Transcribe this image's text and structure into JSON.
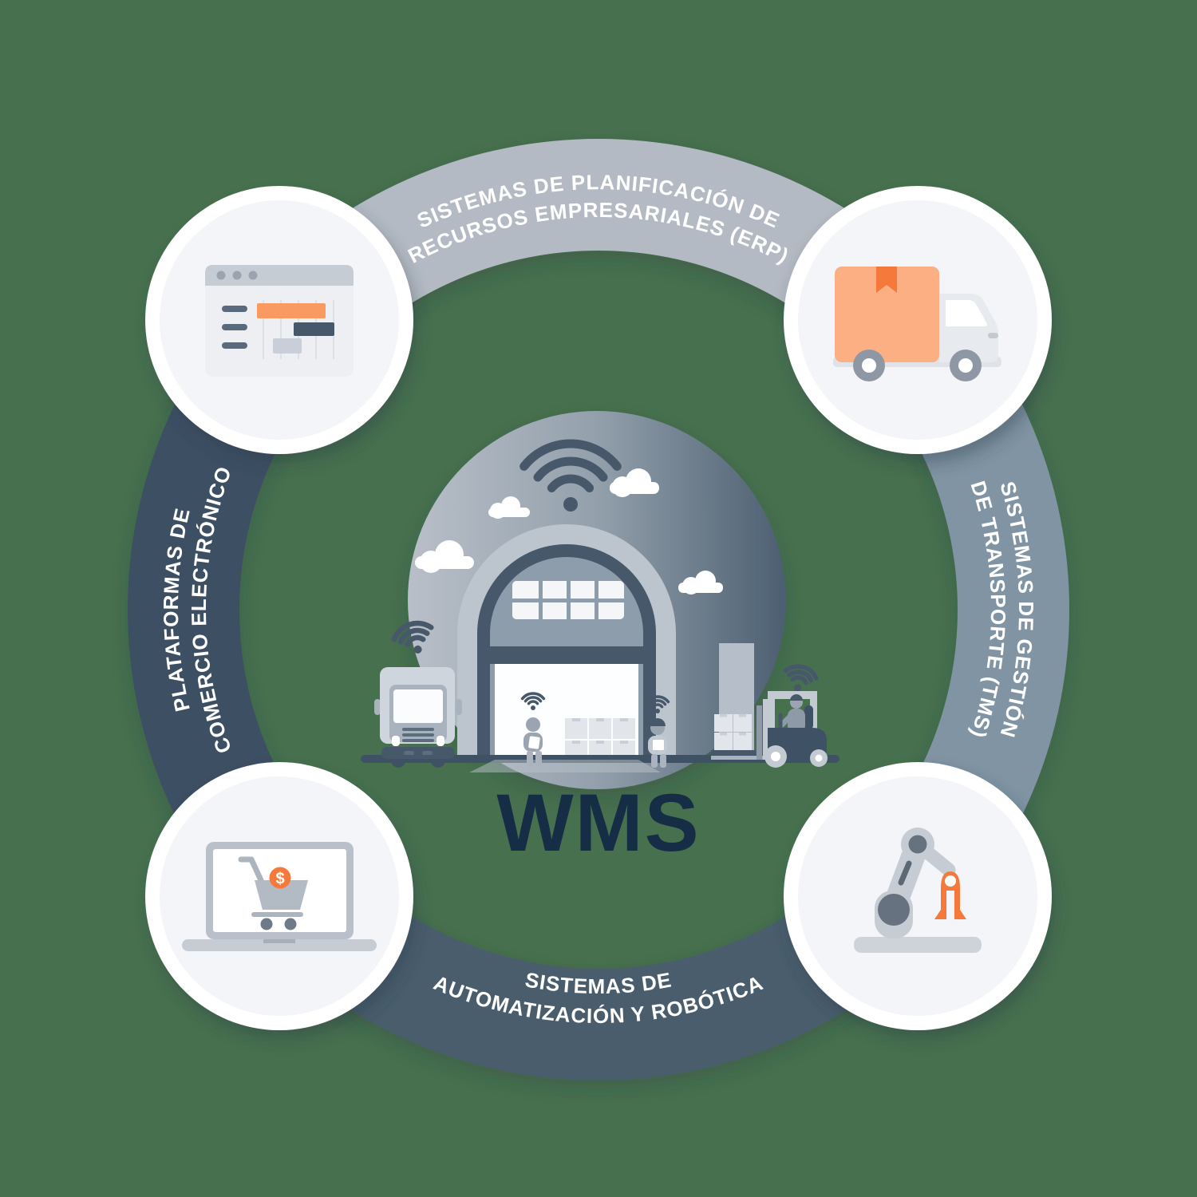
{
  "background_color": "#47714e",
  "ring": {
    "text_color": "#ffffff",
    "segments": [
      {
        "id": "erp",
        "position": "top",
        "color": "#b4bac3",
        "lines": [
          "SISTEMAS DE PLANIFICACIÓN DE",
          "RECURSOS EMPRESARIALES (ERP)"
        ]
      },
      {
        "id": "tms",
        "position": "right",
        "color": "#8094a3",
        "lines": [
          "SISTEMAS DE GESTIÓN",
          "DE TRANSPORTE (TMS)"
        ]
      },
      {
        "id": "automation",
        "position": "bottom",
        "color": "#4a5d6d",
        "lines": [
          "SISTEMAS DE",
          "AUTOMATIZACIÓN Y ROBÓTICA"
        ]
      },
      {
        "id": "ecommerce",
        "position": "left",
        "color": "#3c4f63",
        "lines": [
          "PLATAFORMAS DE",
          "COMERCIO ELECTRÓNICO"
        ]
      }
    ]
  },
  "nodes": [
    {
      "id": "erp",
      "position": "top-left",
      "icon": "gantt-browser-icon"
    },
    {
      "id": "tms",
      "position": "top-right",
      "icon": "delivery-truck-icon"
    },
    {
      "id": "automation",
      "position": "bottom-right",
      "icon": "robot-arm-icon"
    },
    {
      "id": "ecommerce",
      "position": "bottom-left",
      "icon": "laptop-shopping-cart-icon",
      "badge": "$"
    }
  ],
  "center": {
    "label": "WMS",
    "label_color": "#152e46",
    "illustration": "connected-smart-warehouse"
  },
  "palette": {
    "orange": "#f4793b",
    "light_orange": "#fbaf82",
    "slate_dark": "#46586a",
    "node_fill": "#f3f5f8"
  }
}
